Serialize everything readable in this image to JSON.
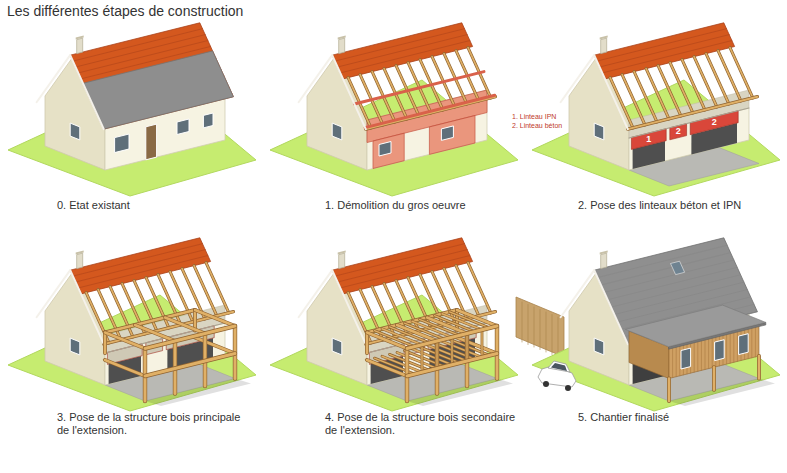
{
  "diagram": {
    "title": "Les différentes étapes de construction",
    "labels": [
      "0. Etat existant",
      "1. Démolition du gros oeuvre",
      "1",
      "2",
      "2",
      "1. Linteau IPN",
      "2. Linteau béton",
      "2. Pose des linteaux béton et IPN",
      "3. Pose de la structure bois principale de l'extension.",
      "4. Pose de la structure bois secondaire de l'extension.",
      "5. Chantier finalisé"
    ]
  }
}
